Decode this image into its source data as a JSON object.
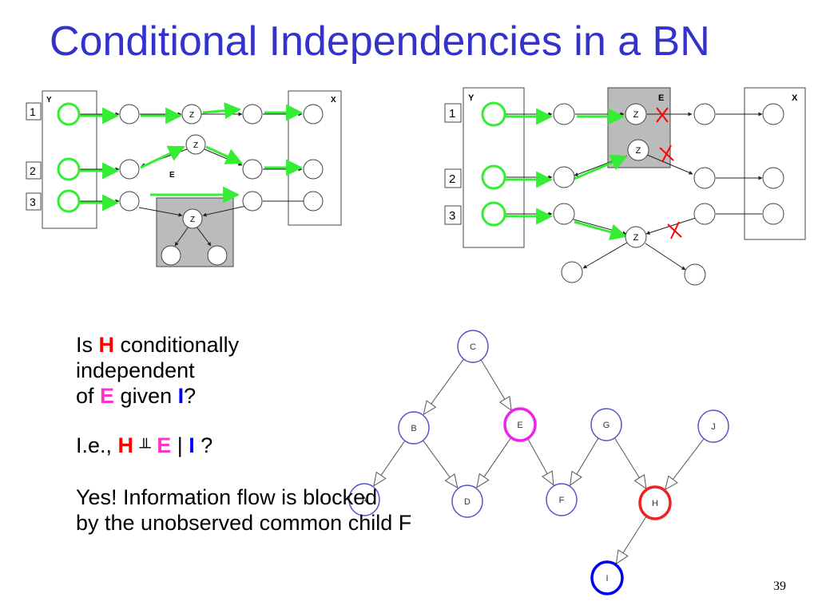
{
  "title": "Conditional Independencies in a BN",
  "left_diagram": {
    "box_y_label": "Y",
    "box_x_label": "X",
    "row_labels": [
      "1",
      "2",
      "3"
    ],
    "z_label": "Z",
    "e_label": "E"
  },
  "right_diagram": {
    "box_y_label": "Y",
    "box_x_label": "X",
    "e_box_label": "E",
    "row_labels": [
      "1",
      "2",
      "3"
    ],
    "z_label": "Z"
  },
  "question": {
    "line1_prefix": "Is ",
    "line1_var": "H",
    "line1_suffix": " conditionally",
    "line2": "independent",
    "line3_prefix": "of ",
    "line3_var": "E",
    "line3_mid": " given ",
    "line3_var2": "I",
    "line3_suffix": "?",
    "ie_prefix": "I.e., ",
    "ie_h": "H",
    "ie_symbol": "╨",
    "ie_e": "E",
    "ie_bar": " | ",
    "ie_i": "I",
    "ie_suffix": " ?",
    "answer_line1": "Yes! Information flow is blocked",
    "answer_line2": "by the unobserved common child F"
  },
  "bn_graph": {
    "nodes": [
      {
        "id": "C",
        "state": "plain"
      },
      {
        "id": "B",
        "state": "plain"
      },
      {
        "id": "E",
        "state": "query"
      },
      {
        "id": "G",
        "state": "plain"
      },
      {
        "id": "J",
        "state": "plain"
      },
      {
        "id": "A",
        "state": "plain"
      },
      {
        "id": "D",
        "state": "plain"
      },
      {
        "id": "F",
        "state": "plain"
      },
      {
        "id": "H",
        "state": "target"
      },
      {
        "id": "I",
        "state": "observed"
      }
    ],
    "edges": [
      [
        "C",
        "B"
      ],
      [
        "C",
        "E"
      ],
      [
        "B",
        "A"
      ],
      [
        "B",
        "D"
      ],
      [
        "E",
        "D"
      ],
      [
        "E",
        "F"
      ],
      [
        "G",
        "F"
      ],
      [
        "G",
        "H"
      ],
      [
        "J",
        "H"
      ],
      [
        "H",
        "I"
      ]
    ]
  },
  "colors": {
    "title": "#3333cc",
    "active_path": "#33ee33",
    "blocked_cross": "#ff0000",
    "observed_region": "#bbbbbb",
    "node_blue": "#5555cc",
    "query_node": "#ee22ee",
    "target_node": "#ee2222",
    "observed_node": "#0000ee"
  },
  "page_number": "39"
}
